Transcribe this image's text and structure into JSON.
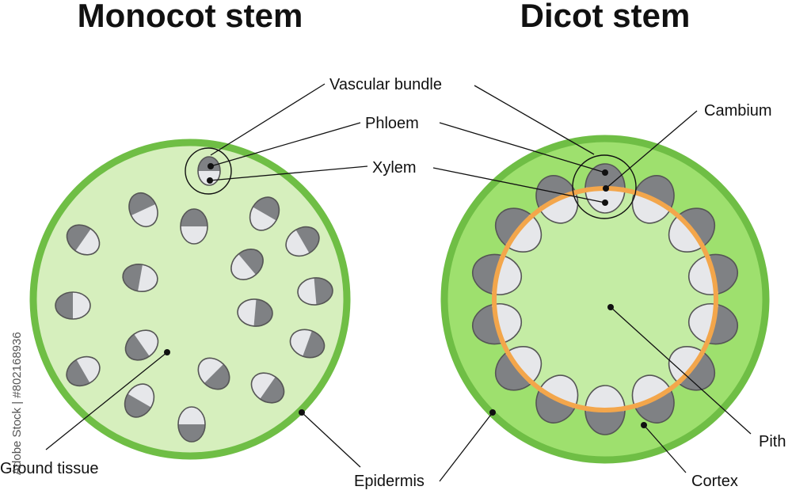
{
  "titles": {
    "monocot": "Monocot stem",
    "dicot": "Dicot stem"
  },
  "labels": {
    "vascular_bundle": "Vascular bundle",
    "phloem": "Phloem",
    "xylem": "Xylem",
    "cambium": "Cambium",
    "ground_tissue": "Ground tissue",
    "epidermis": "Epidermis",
    "pith": "Pith",
    "cortex": "Cortex"
  },
  "watermark": "Adobe Stock | #802168936",
  "colors": {
    "epidermis_green": "#6fbe45",
    "ground_tissue": "#d6efbd",
    "dicot_cortex": "#9ee06e",
    "dicot_pith": "#c4eca4",
    "cambium_ring": "#f3a64b",
    "phloem_gray": "#7f8184",
    "xylem_light": "#e6e7ea"
  }
}
